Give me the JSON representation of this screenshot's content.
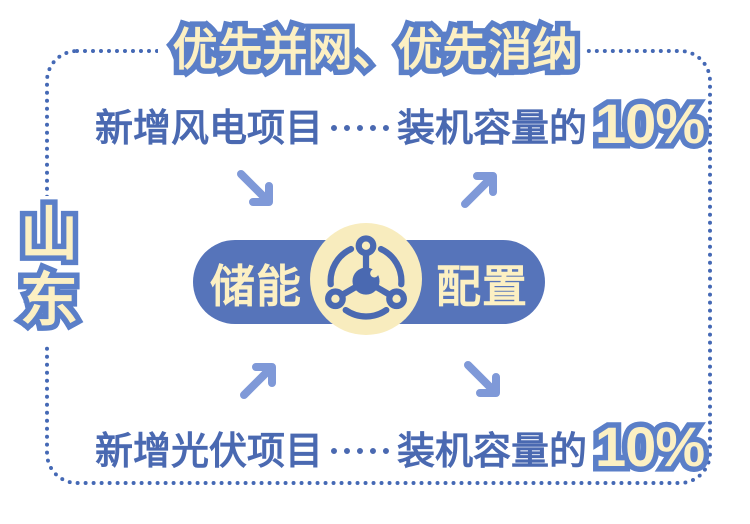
{
  "region": {
    "label": "山东"
  },
  "banner": {
    "title": "优先并网、优先消纳"
  },
  "wind_row": {
    "project_label": "新增风电项目",
    "capacity_label": "装机容量的",
    "percentage": "10%"
  },
  "solar_row": {
    "project_label": "新增光伏项目",
    "capacity_label": "装机容量的",
    "percentage": "10%"
  },
  "center": {
    "storage_label": "储能",
    "config_label": "配置",
    "icon": "energy-network-icon"
  },
  "colors": {
    "primary_blue": "#4a69b1",
    "outline_blue": "#5b7fc8",
    "arrow_blue": "#7f99d8",
    "pill_blue": "#5674ba",
    "cream": "#fcf0c3",
    "icon_cream": "#f8ecbe",
    "dot_border_blue": "#4569b5",
    "background": "#ffffff"
  }
}
